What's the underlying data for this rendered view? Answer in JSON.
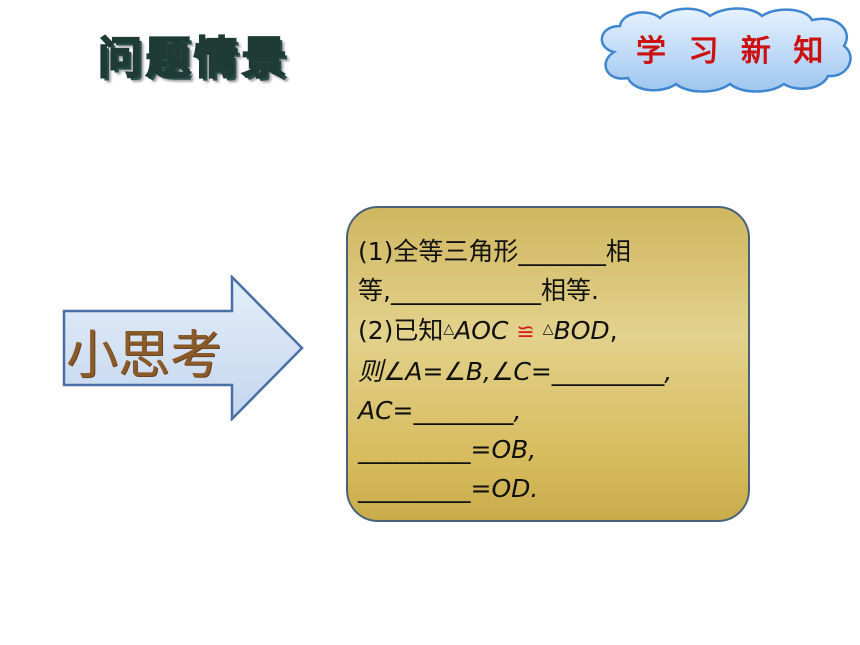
{
  "header": {
    "title": "问题情景",
    "badge": "学 习 新 知"
  },
  "arrow": {
    "label": "小思考"
  },
  "box": {
    "l1_a": "(1)全等三角形",
    "blank_7": "_______",
    "l1_b": "相",
    "l2_a": "等,",
    "blank_12": "____________",
    "l2_b": "相等.",
    "l3_a": "(2)已知",
    "tri": "△",
    "aoc": "AOC",
    "cong": "≌",
    "bod": "BOD",
    "comma": ",",
    "l4_a": "则∠A=∠B,∠C=",
    "blank_9": "_________",
    "ac": "AC=",
    "blank_8": "________",
    "l5_end": ",",
    "l6_end": "=OB,",
    "l7_end": "=OD."
  }
}
